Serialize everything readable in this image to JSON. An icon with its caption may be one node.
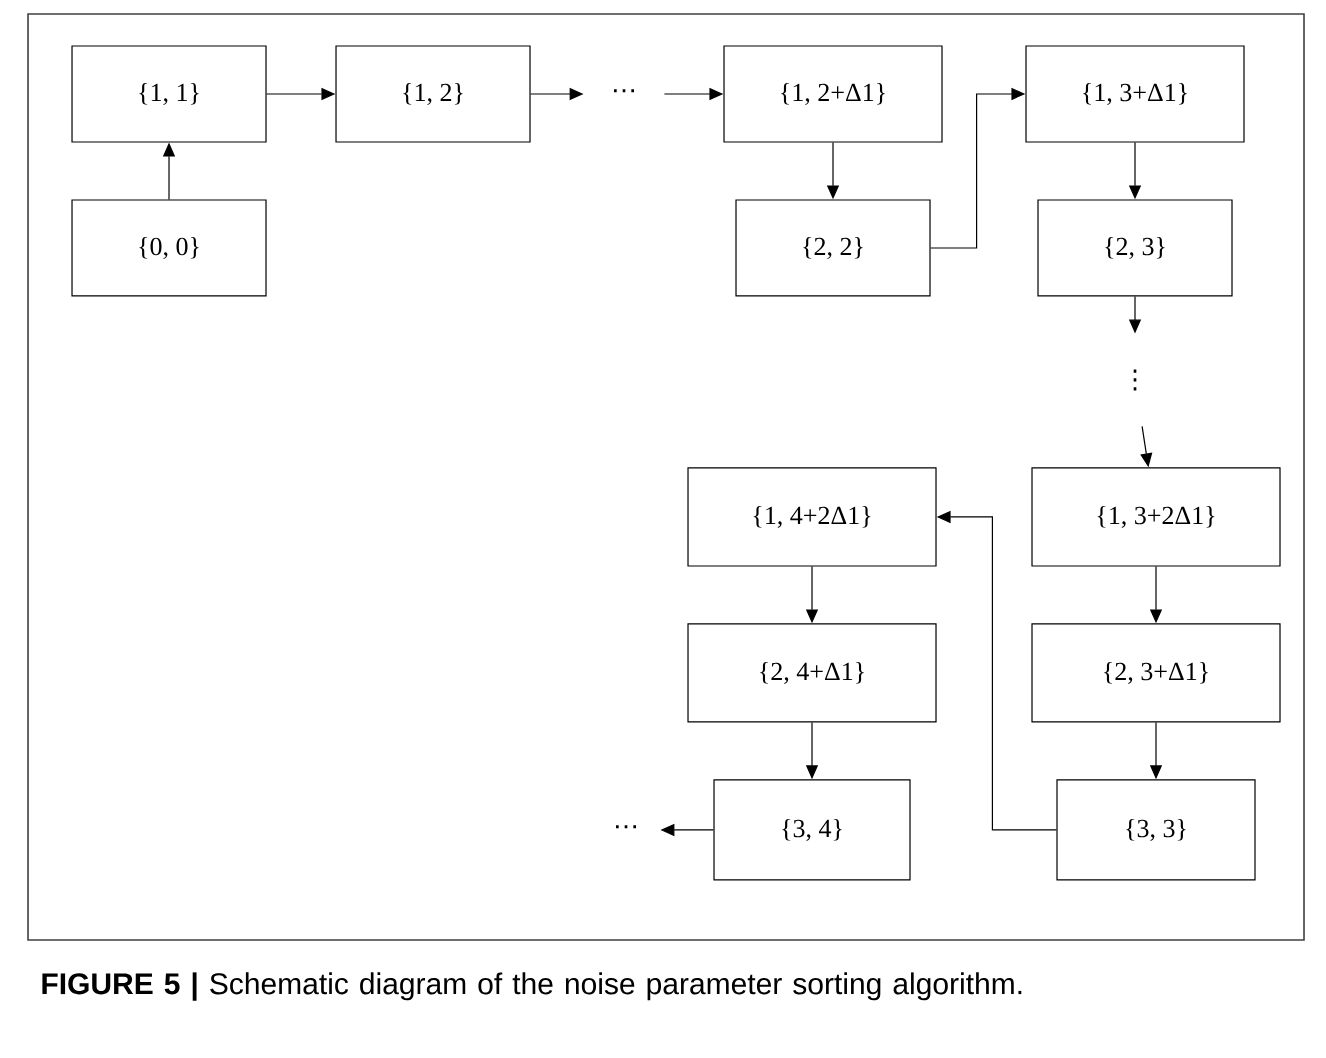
{
  "diagram": {
    "caption": "**FIGURE 5 |** Schematic diagram of the noise parameter sorting algorithm.",
    "nodes": [
      {
        "text": [
          "{1, 1}"
        ]
      },
      {
        "text": [
          "{1, 2}"
        ]
      },
      {
        "text": [
          "⋯"
        ]
      },
      {
        "text": [
          "{1, 2+Δ1}"
        ]
      },
      {
        "text": [
          "{1, 3+Δ1}"
        ]
      },
      {
        "text": [
          "{0, 0}"
        ]
      },
      {
        "text": [
          "{2, 2}"
        ]
      },
      {
        "text": [
          "{2, 3}"
        ]
      },
      {
        "text": [
          "⋮"
        ]
      },
      {
        "text": [
          "{1, 4+2Δ1}"
        ]
      },
      {
        "text": [
          "{1, 3+2Δ1}"
        ]
      },
      {
        "text": [
          "{2, 4+Δ1}"
        ]
      },
      {
        "text": [
          "{2, 3+Δ1}"
        ]
      },
      {
        "text": [
          "⋯"
        ]
      },
      {
        "text": [
          "{3, 4}"
        ]
      },
      {
        "text": [
          "{3, 3}"
        ]
      }
    ],
    "edges": [
      {
        "from": 5,
        "to": 0,
        "arrow": "to"
      },
      {
        "from": 0,
        "to": 1,
        "arrow": "to"
      },
      {
        "from": 1,
        "to": 2,
        "arrow": "to"
      },
      {
        "from": 2,
        "to": 3,
        "arrow": "to"
      },
      {
        "from": 3,
        "to": 6,
        "arrow": "to"
      },
      {
        "from": 6,
        "to": 4,
        "arrow": "to"
      },
      {
        "from": 4,
        "to": 7,
        "arrow": "to"
      },
      {
        "from": 7,
        "to": 8,
        "arrow": "to"
      },
      {
        "from": 8,
        "to": 10,
        "arrow": "to"
      },
      {
        "from": 10,
        "to": 12,
        "arrow": "to"
      },
      {
        "from": 12,
        "to": 15,
        "arrow": "to"
      },
      {
        "from": 15,
        "to": 9,
        "arrow": "to"
      },
      {
        "from": 9,
        "to": 11,
        "arrow": "to"
      },
      {
        "from": 11,
        "to": 14,
        "arrow": "to"
      },
      {
        "from": 14,
        "to": 13,
        "arrow": "to"
      }
    ]
  }
}
